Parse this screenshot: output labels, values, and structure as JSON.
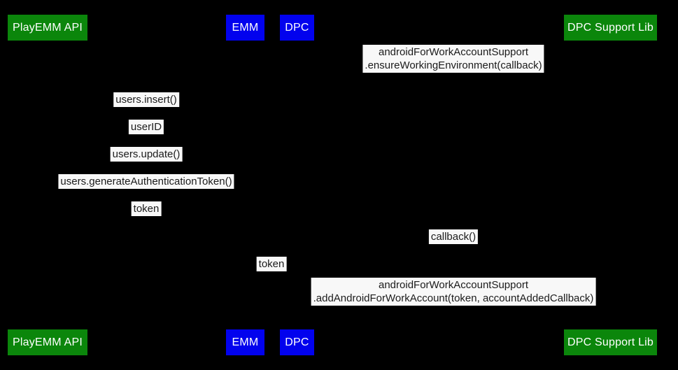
{
  "diagram": {
    "type": "sequence-diagram",
    "title": "Play EMM API account provisioning sequence"
  },
  "colors": {
    "background": "#000000",
    "actor_green": "#0b860b",
    "actor_blue": "#0202ee",
    "actor_text": "#ffffff",
    "label_bg": "#f8f8f8",
    "label_text": "#1b1b1b"
  },
  "actors": [
    {
      "id": "playemm-api",
      "label": "PlayEMM API",
      "color": "green"
    },
    {
      "id": "emm",
      "label": "EMM",
      "color": "blue"
    },
    {
      "id": "dpc",
      "label": "DPC",
      "color": "blue"
    },
    {
      "id": "dpc-support-lib",
      "label": "DPC Support Lib",
      "color": "green"
    }
  ],
  "messages": [
    {
      "id": "ensure-working-environment",
      "lines": [
        "androidForWorkAccountSupport",
        ".ensureWorkingEnvironment(callback)"
      ]
    },
    {
      "id": "users-insert",
      "lines": [
        "users.insert()"
      ]
    },
    {
      "id": "user-id",
      "lines": [
        "userID"
      ]
    },
    {
      "id": "users-update",
      "lines": [
        "users.update()"
      ]
    },
    {
      "id": "users-generate-authentication-token",
      "lines": [
        "users.generateAuthenticationToken()"
      ]
    },
    {
      "id": "token-return",
      "lines": [
        "token"
      ]
    },
    {
      "id": "callback",
      "lines": [
        "callback()"
      ]
    },
    {
      "id": "token-forward",
      "lines": [
        "token"
      ]
    },
    {
      "id": "add-android-for-work-account",
      "lines": [
        "androidForWorkAccountSupport",
        ".addAndroidForWorkAccount(token, accountAddedCallback)"
      ]
    }
  ]
}
